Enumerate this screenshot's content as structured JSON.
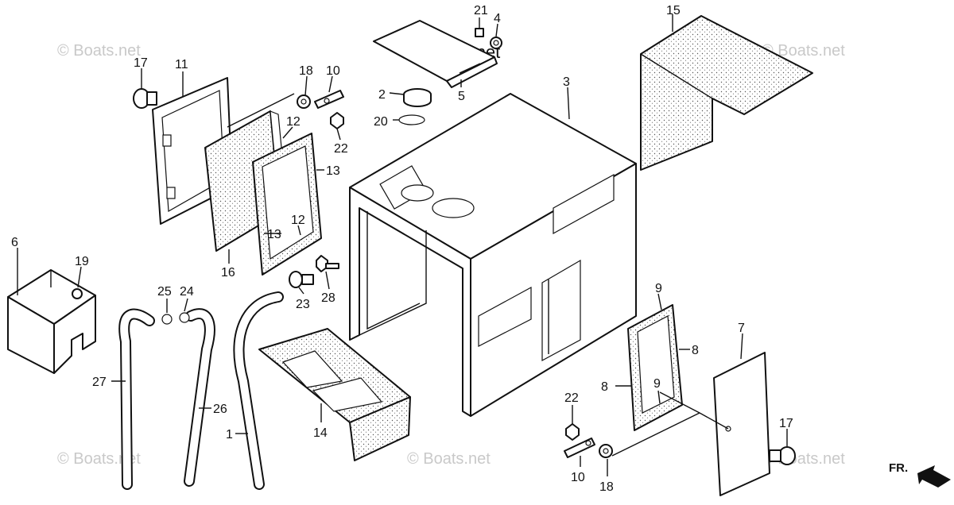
{
  "watermarks": [
    "© Boats.net",
    "© Boats.net",
    "© Boats.net",
    "© Boats.net",
    "© Boats.net",
    "© Boats.net"
  ],
  "brand": "© Boats.net",
  "front_marker": "FR.",
  "callouts": [
    "21",
    "4",
    "15",
    "17",
    "11",
    "18",
    "10",
    "2",
    "5",
    "3",
    "20",
    "12",
    "22",
    "13",
    "12",
    "13",
    "16",
    "6",
    "19",
    "25",
    "24",
    "23",
    "28",
    "9",
    "27",
    "26",
    "8",
    "7",
    "14",
    "8",
    "9",
    "22",
    "1",
    "17",
    "10",
    "18"
  ]
}
